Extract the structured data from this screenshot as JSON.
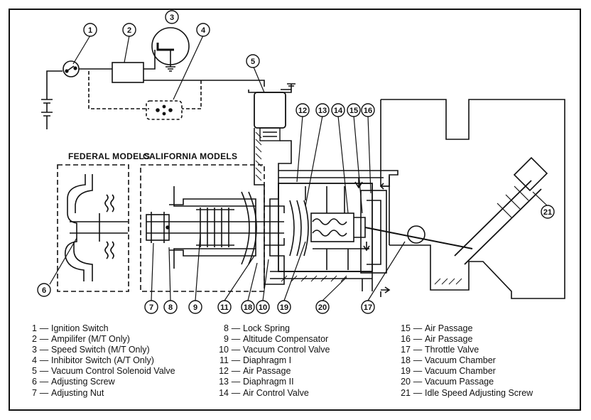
{
  "sections": {
    "federal": "FEDERAL MODELS",
    "california": "CALIFORNIA MODELS"
  },
  "callouts": [
    "1",
    "2",
    "3",
    "4",
    "5",
    "6",
    "7",
    "8",
    "9",
    "10",
    "11",
    "12",
    "13",
    "14",
    "15",
    "16",
    "17",
    "18",
    "19",
    "20",
    "21"
  ],
  "legend": {
    "col1": [
      {
        "num": "1",
        "text": "Ignition Switch"
      },
      {
        "num": "2",
        "text": "Ampilifer (M/T Only)"
      },
      {
        "num": "3",
        "text": "Speed Switch (M/T Only)"
      },
      {
        "num": "4",
        "text": "Inhibitor Switch (A/T Only)"
      },
      {
        "num": "5",
        "text": "Vacuum Control Solenoid Valve"
      },
      {
        "num": "6",
        "text": "Adjusting Screw"
      },
      {
        "num": "7",
        "text": "Adjusting Nut"
      }
    ],
    "col2": [
      {
        "num": "8",
        "text": "Lock Spring"
      },
      {
        "num": "9",
        "text": "Altitude Compensator"
      },
      {
        "num": "10",
        "text": "Vacuum Control Valve"
      },
      {
        "num": "11",
        "text": "Diaphragm I"
      },
      {
        "num": "12",
        "text": "Air Passage"
      },
      {
        "num": "13",
        "text": "Diaphragm II"
      },
      {
        "num": "14",
        "text": "Air Control Valve"
      }
    ],
    "col3": [
      {
        "num": "15",
        "text": "Air Passage"
      },
      {
        "num": "16",
        "text": "Air Passage"
      },
      {
        "num": "17",
        "text": "Throttle Valve"
      },
      {
        "num": "18",
        "text": "Vacuum Chamber"
      },
      {
        "num": "19",
        "text": "Vacuum Chamber"
      },
      {
        "num": "20",
        "text": "Vacuum Passage"
      },
      {
        "num": "21",
        "text": "Idle Speed Adjusting Screw"
      }
    ],
    "dash": "—"
  }
}
